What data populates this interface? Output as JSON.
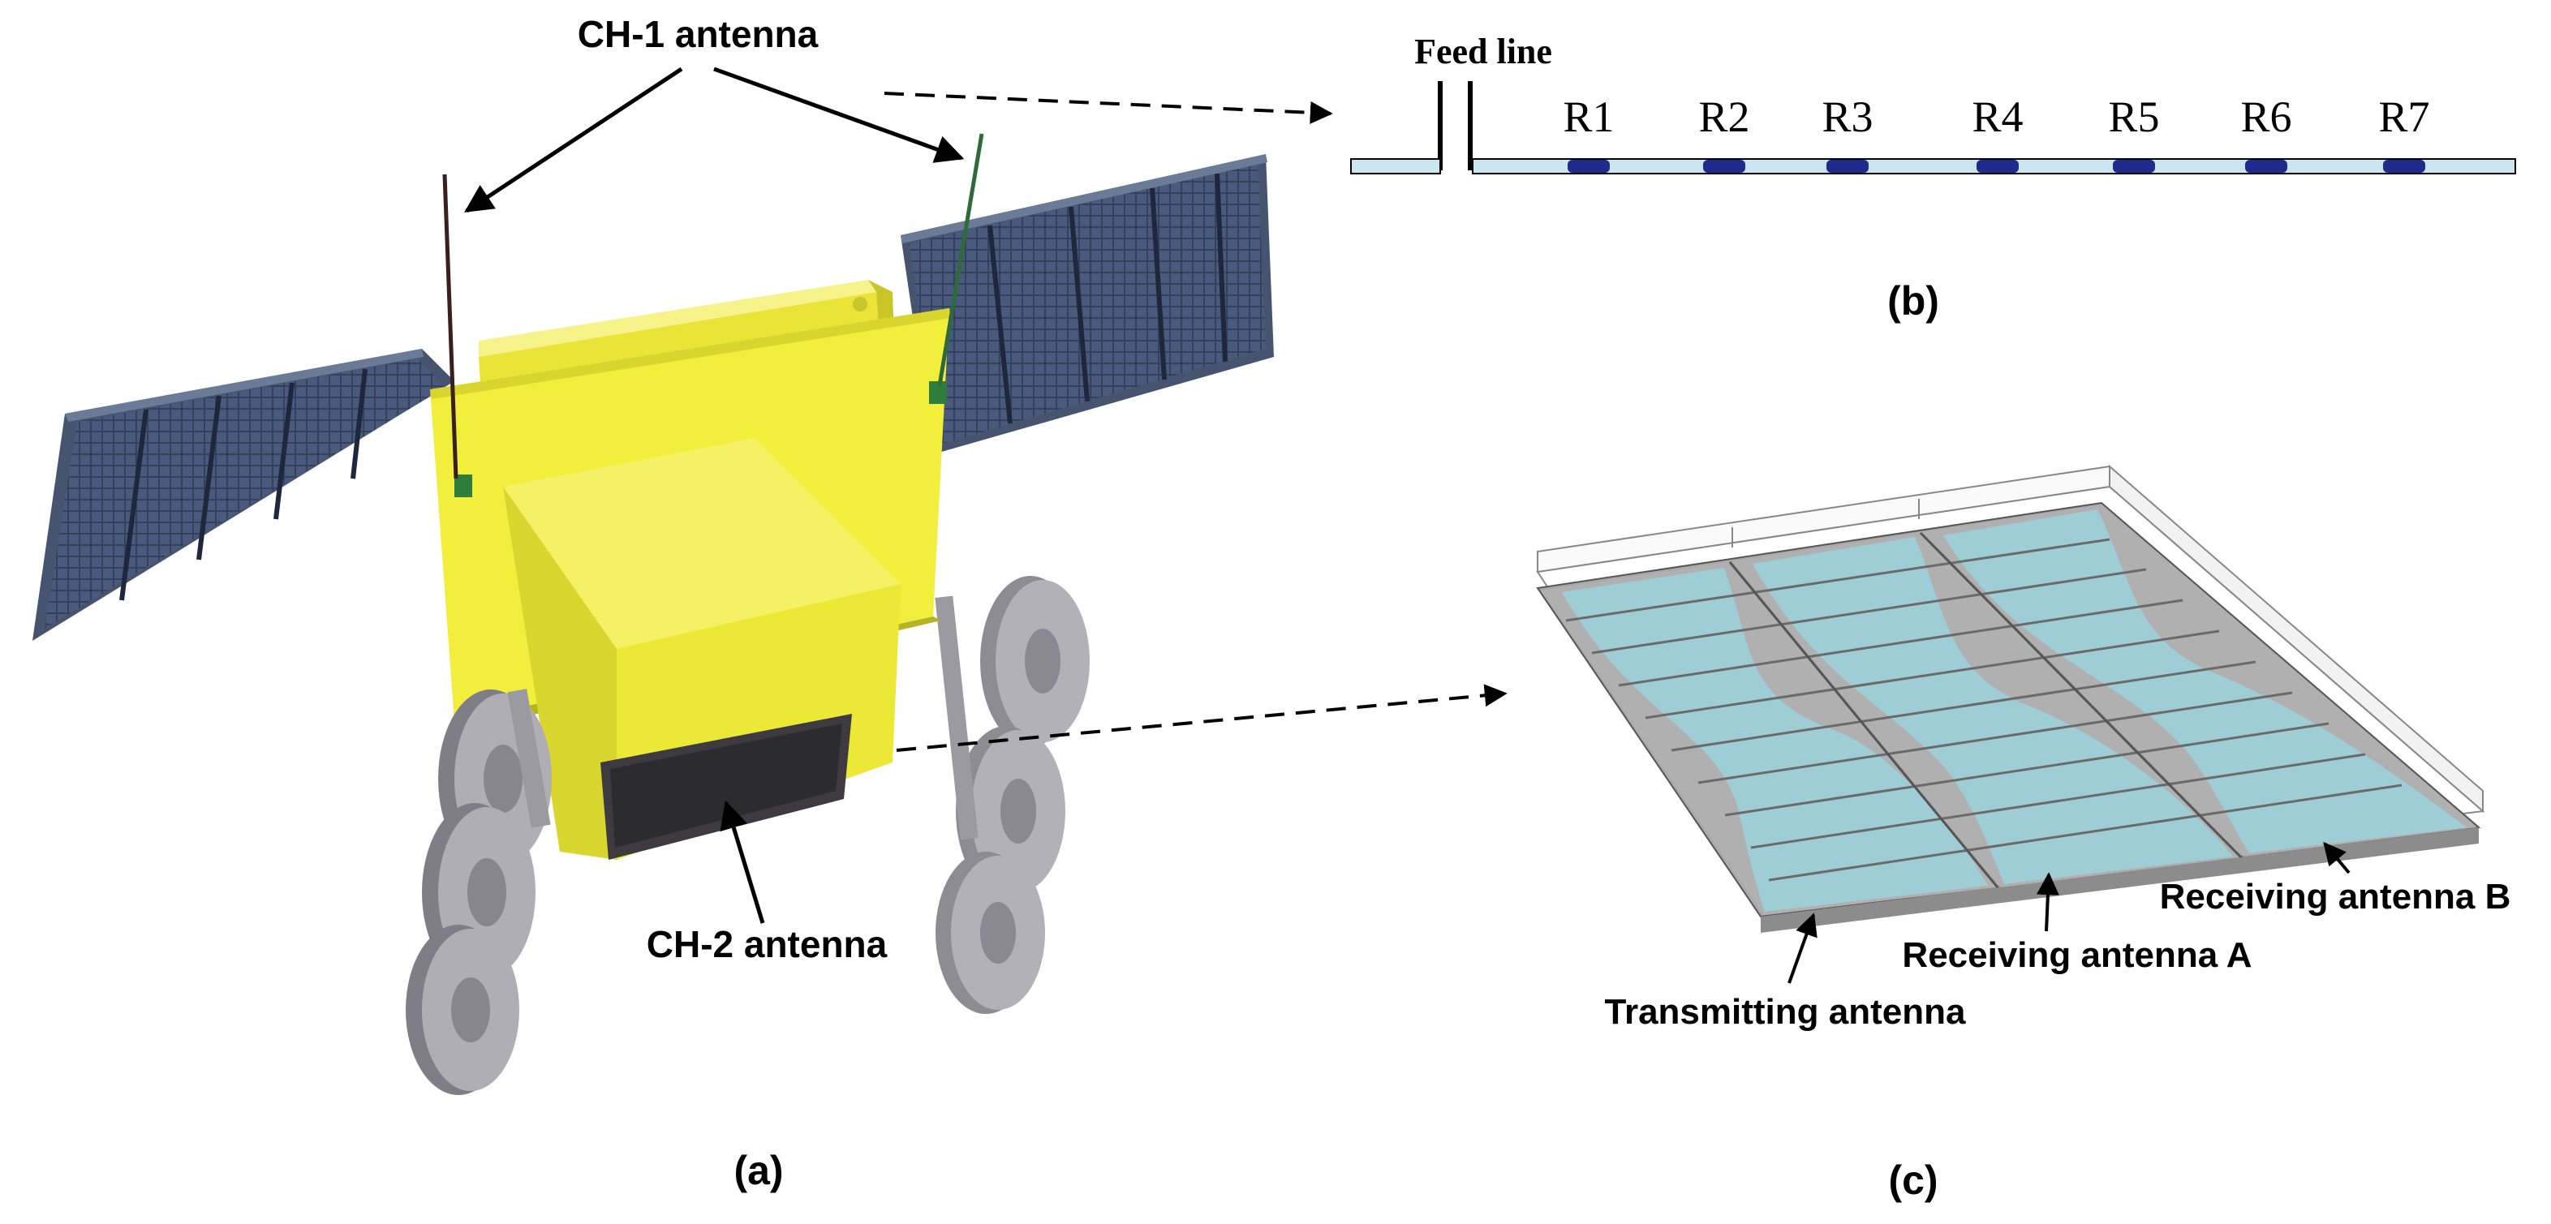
{
  "panel_a": {
    "caption": "(a)",
    "ch1_label": "CH-1 antenna",
    "ch2_label": "CH-2 antenna",
    "colors": {
      "body": "#f2ef3c",
      "body_dark": "#c9c62a",
      "solar": "#2f3d5c",
      "wheel": "#a8a6ae"
    }
  },
  "panel_b": {
    "caption": "(b)",
    "feed_label": "Feed line",
    "resonators": [
      "R1",
      "R2",
      "R3",
      "R4",
      "R5",
      "R6",
      "R7"
    ],
    "colors": {
      "line": "#c9e6f0",
      "resonator": "#1f2a8c"
    }
  },
  "panel_c": {
    "caption": "(c)",
    "labels": {
      "tx": "Transmitting antenna",
      "rx_a": "Receiving antenna A",
      "rx_b": "Receiving antenna B"
    },
    "colors": {
      "substrate": "#9fcdd6",
      "board": "#8f8f8f"
    }
  }
}
